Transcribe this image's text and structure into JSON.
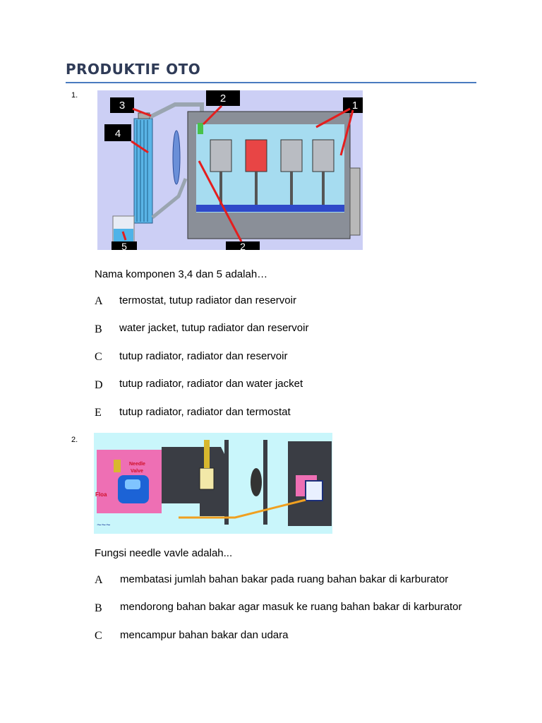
{
  "document": {
    "title": "PRODUKTIF OTO"
  },
  "questions": [
    {
      "number": "1.",
      "figure": {
        "labels": [
          "3",
          "2",
          "1",
          "4",
          "5",
          "2"
        ]
      },
      "text": "Nama komponen 3,4 dan 5 adalah…",
      "options": [
        {
          "letter": "A",
          "text": "termostat, tutup radiator dan reservoir"
        },
        {
          "letter": "B",
          "text": "water jacket, tutup radiator dan reservoir"
        },
        {
          "letter": "C",
          "text": "tutup radiator, radiator dan reservoir"
        },
        {
          "letter": "D",
          "text": "tutup radiator, radiator dan water jacket"
        },
        {
          "letter": "E",
          "text": "tutup radiator, radiator dan termostat"
        }
      ]
    },
    {
      "number": "2.",
      "figure": {
        "labels": [
          "Needle",
          "Valve",
          "Floa"
        ]
      },
      "text": "Fungsi needle vavle adalah...",
      "options": [
        {
          "letter": "A",
          "text": "membatasi jumlah bahan bakar pada ruang bahan bakar di karburator"
        },
        {
          "letter": "B",
          "text": "mendorong bahan bakar agar masuk ke ruang bahan bakar di karburator"
        },
        {
          "letter": "C",
          "text": "mencampur bahan bakar dan udara"
        }
      ]
    }
  ]
}
